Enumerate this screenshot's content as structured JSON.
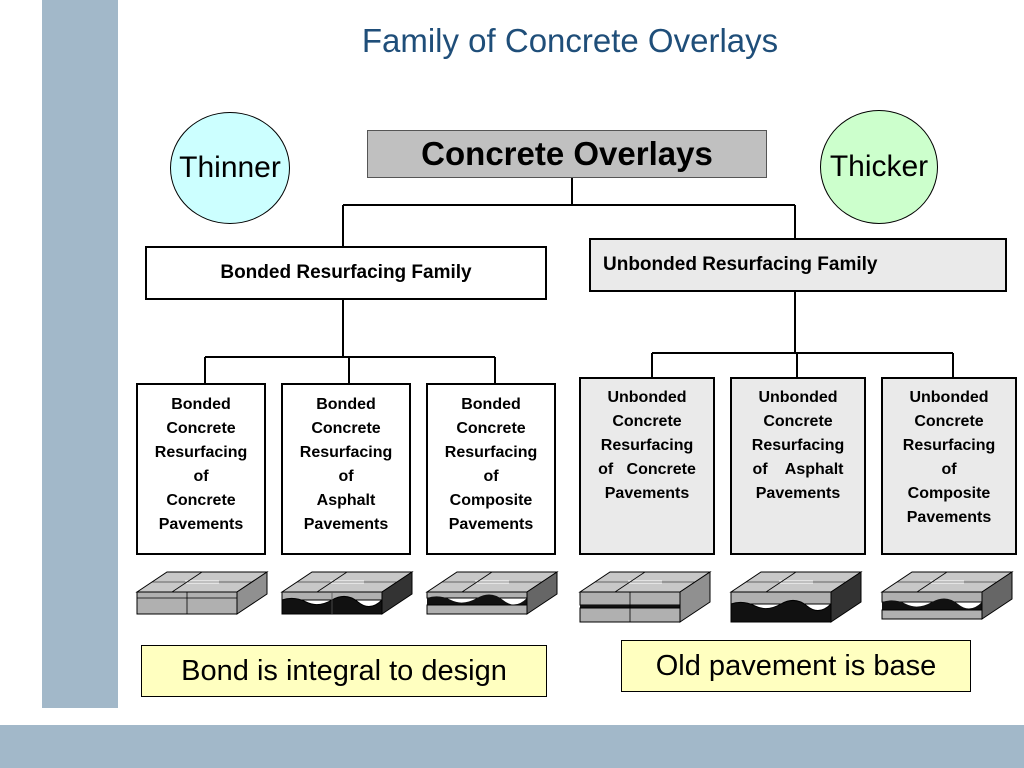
{
  "title": "Family of Concrete Overlays",
  "indicators": {
    "thinner": "Thinner",
    "thicker": "Thicker"
  },
  "root": "Concrete Overlays",
  "families": {
    "bonded": "Bonded Resurfacing Family",
    "unbonded": "Unbonded Resurfacing Family"
  },
  "leaves": {
    "bonded": [
      {
        "lines": [
          "Bonded",
          "Concrete",
          "Resurfacing",
          "of",
          "Concrete",
          "Pavements"
        ]
      },
      {
        "lines": [
          "Bonded",
          "Concrete",
          "Resurfacing",
          "of",
          "Asphalt",
          "Pavements"
        ]
      },
      {
        "lines": [
          "Bonded",
          "Concrete",
          "Resurfacing",
          "of",
          "Composite",
          "Pavements"
        ]
      }
    ],
    "unbonded": [
      {
        "lines": [
          "Unbonded",
          "Concrete",
          "Resurfacing",
          "of   Concrete",
          "Pavements"
        ]
      },
      {
        "lines": [
          "Unbonded",
          "Concrete",
          "Resurfacing",
          "of    Asphalt",
          "Pavements"
        ]
      },
      {
        "lines": [
          "Unbonded",
          "Concrete",
          "Resurfacing",
          "of",
          "Composite",
          "Pavements"
        ]
      }
    ]
  },
  "notes": {
    "bonded": "Bond is integral to design",
    "unbonded": "Old pavement is base"
  },
  "colors": {
    "side_bar": "#a2b8c9",
    "title_text": "#1f4e79",
    "thinner_circle": "#ccffff",
    "thicker_circle": "#ccffcc",
    "root_box": "#c0c0c0",
    "unbonded_box": "#eaeaea",
    "note_box": "#ffffc0"
  }
}
